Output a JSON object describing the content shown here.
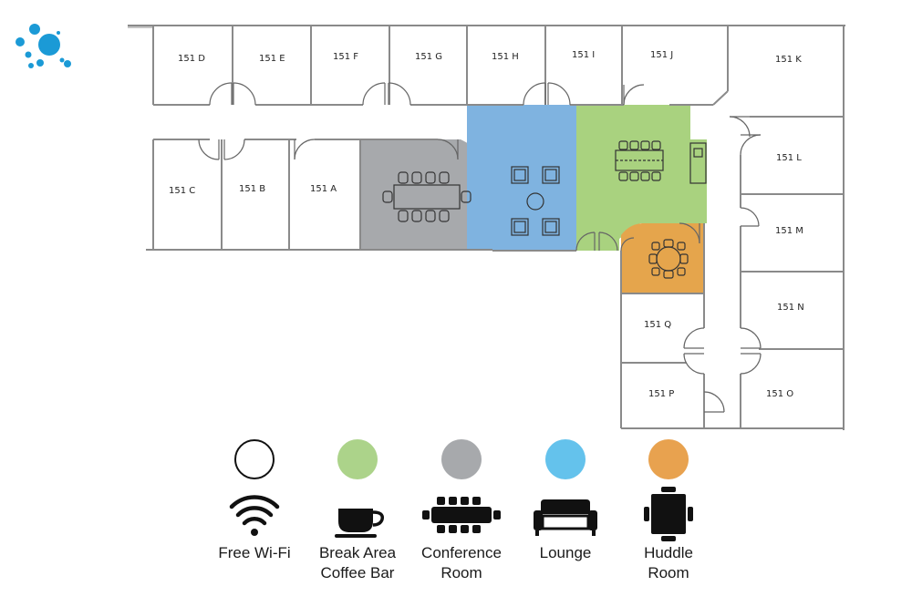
{
  "rooms": [
    {
      "id": "151-d",
      "label": "151 D"
    },
    {
      "id": "151-e",
      "label": "151 E"
    },
    {
      "id": "151-f",
      "label": "151 F"
    },
    {
      "id": "151-g",
      "label": "151 G"
    },
    {
      "id": "151-h",
      "label": "151 H"
    },
    {
      "id": "151-i",
      "label": "151 I"
    },
    {
      "id": "151-j",
      "label": "151 J"
    },
    {
      "id": "151-k",
      "label": "151 K"
    },
    {
      "id": "151-l",
      "label": "151 L"
    },
    {
      "id": "151-m",
      "label": "151 M"
    },
    {
      "id": "151-n",
      "label": "151 N"
    },
    {
      "id": "151-o",
      "label": "151 O"
    },
    {
      "id": "151-p",
      "label": "151 P"
    },
    {
      "id": "151-q",
      "label": "151 Q"
    },
    {
      "id": "151-c",
      "label": "151 C"
    },
    {
      "id": "151-b",
      "label": "151 B"
    },
    {
      "id": "151-a",
      "label": "151 A"
    }
  ],
  "colors": {
    "conference": "#a7a9ac",
    "lounge": "#7fb3e0",
    "break": "#a9d27f",
    "huddle": "#e5a54c",
    "wall": "#777777",
    "logo": "#1b9ad6",
    "legend_break": "#acd38a",
    "legend_conference": "#a7a9ac",
    "legend_lounge": "#64c2ec",
    "legend_huddle": "#e8a24f"
  },
  "legend": [
    {
      "key": "wifi",
      "icon": "wifi-icon",
      "line1": "Free Wi-Fi",
      "line2": ""
    },
    {
      "key": "break",
      "icon": "coffee-cup-icon",
      "line1": "Break Area",
      "line2": "Coffee Bar"
    },
    {
      "key": "conference",
      "icon": "conference-table-icon",
      "line1": "Conference",
      "line2": "Room"
    },
    {
      "key": "lounge",
      "icon": "sofa-icon",
      "line1": "Lounge",
      "line2": ""
    },
    {
      "key": "huddle",
      "icon": "huddle-table-icon",
      "line1": "Huddle",
      "line2": "Room"
    }
  ]
}
